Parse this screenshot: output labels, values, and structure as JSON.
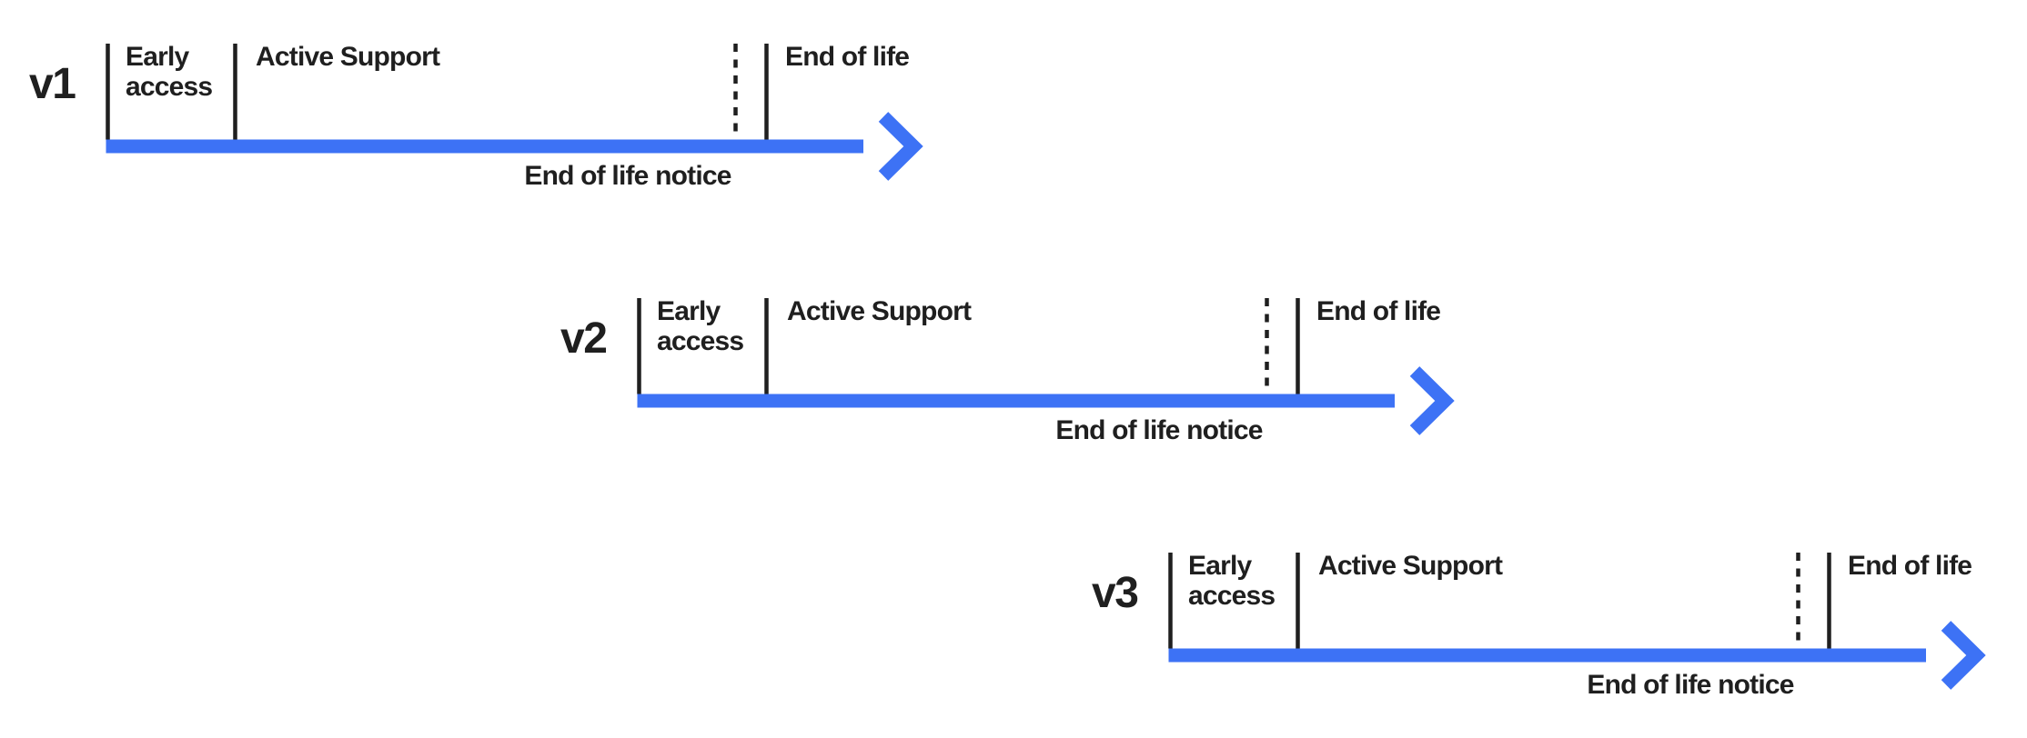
{
  "colors": {
    "arrow_blue": "#3D72F5",
    "ink": "#1F1F1F",
    "background": "#FFFFFF"
  },
  "timelines": [
    {
      "version": "v1",
      "early_access_lines": [
        "Early",
        "access"
      ],
      "active_support": "Active Support",
      "end_of_life": "End of life",
      "end_of_life_notice": "End of life notice"
    },
    {
      "version": "v2",
      "early_access_lines": [
        "Early",
        "access"
      ],
      "active_support": "Active Support",
      "end_of_life": "End of life",
      "end_of_life_notice": "End of life notice"
    },
    {
      "version": "v3",
      "early_access_lines": [
        "Early",
        "access"
      ],
      "active_support": "Active Support",
      "end_of_life": "End of life",
      "end_of_life_notice": "End of life notice"
    }
  ]
}
